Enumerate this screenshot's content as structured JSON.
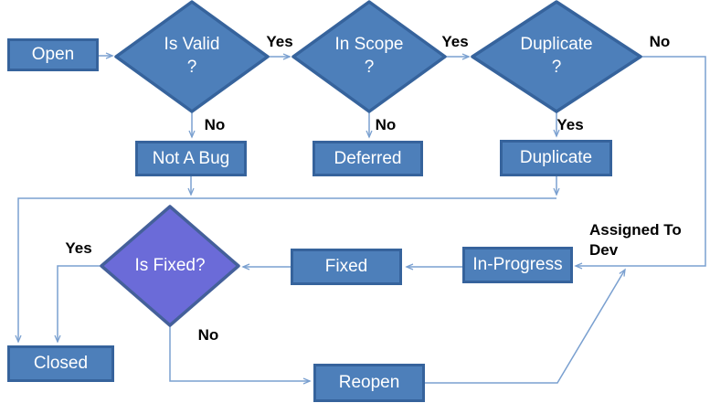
{
  "colors": {
    "canvas_bg": "#ffffff",
    "node_fill": "#4d7fba",
    "node_border": "#36639c",
    "decision_fill": "#6b6bd8",
    "decision_border": "#44609a",
    "connector": "#7aa0d0",
    "node_text": "#ffffff",
    "label_text": "#000000"
  },
  "nodes": {
    "open": {
      "label": "Open"
    },
    "is_valid": {
      "label": "Is Valid\n?"
    },
    "in_scope": {
      "label": "In Scope\n?"
    },
    "duplicate_decision": {
      "label": "Duplicate\n?"
    },
    "not_a_bug": {
      "label": "Not A Bug"
    },
    "deferred": {
      "label": "Deferred"
    },
    "duplicate": {
      "label": "Duplicate"
    },
    "is_fixed": {
      "label": "Is Fixed?"
    },
    "fixed": {
      "label": "Fixed"
    },
    "in_progress": {
      "label": "In-Progress"
    },
    "closed": {
      "label": "Closed"
    },
    "reopen": {
      "label": "Reopen"
    }
  },
  "edge_labels": {
    "is_valid_yes": "Yes",
    "in_scope_yes": "Yes",
    "duplicate_no": "No",
    "is_valid_no": "No",
    "in_scope_no": "No",
    "duplicate_yes": "Yes",
    "is_fixed_yes": "Yes",
    "is_fixed_no": "No",
    "assigned_to_dev": "Assigned To\nDev"
  }
}
